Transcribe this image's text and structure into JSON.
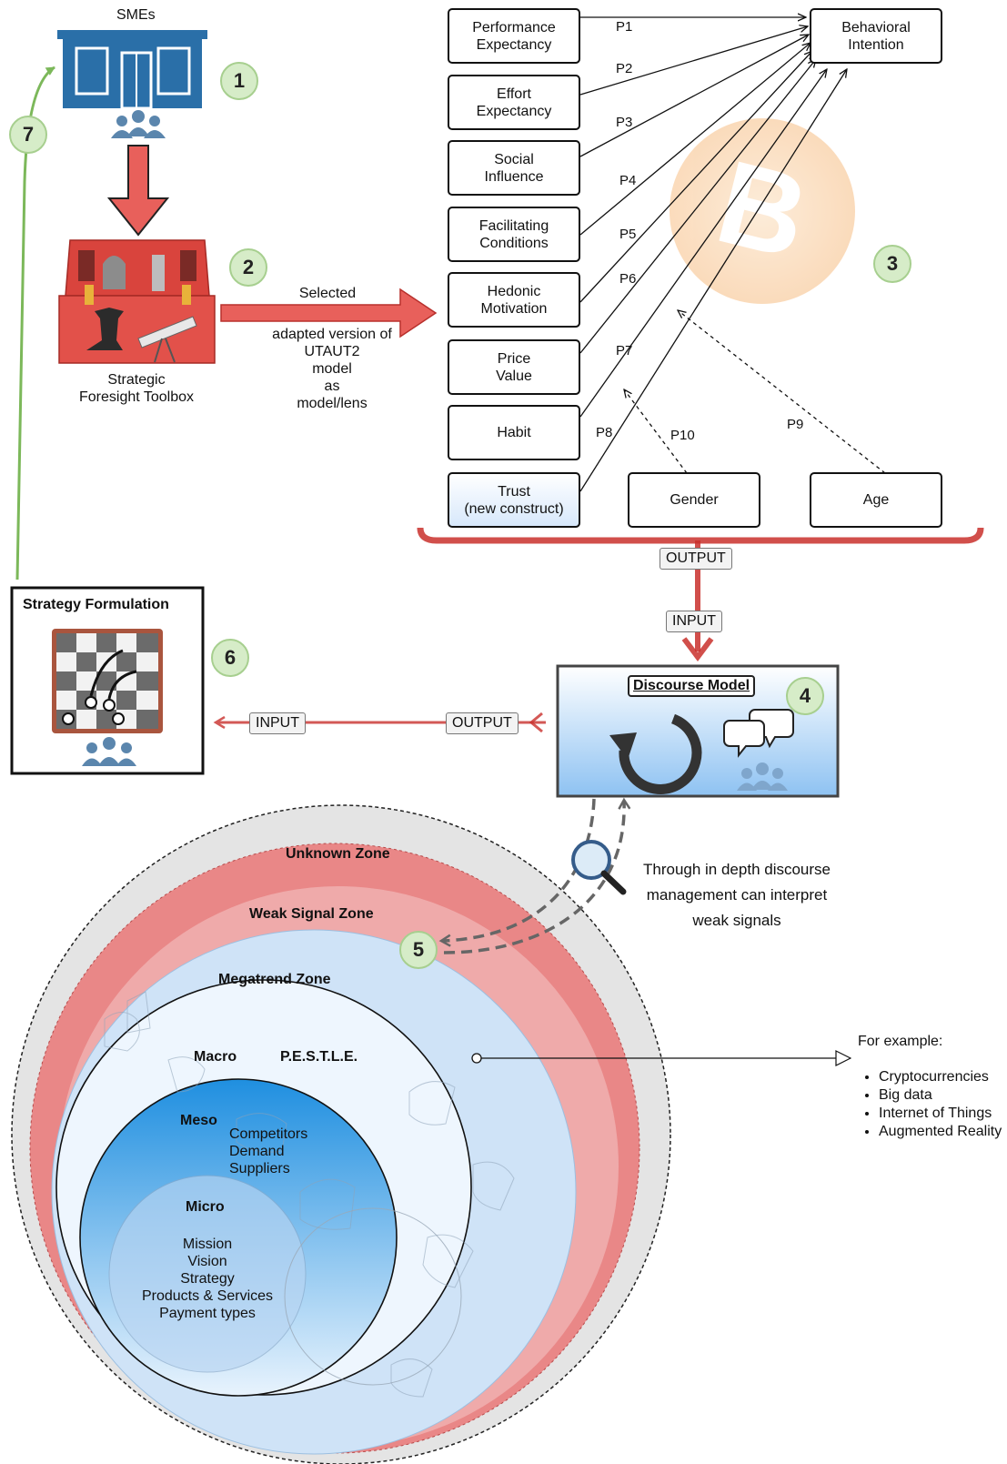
{
  "smes": {
    "label": "SMES",
    "label_display": "SMEs"
  },
  "toolbox": {
    "label": "Strategic\nForesight Toolbox"
  },
  "selection": {
    "top": "Selected",
    "bottom": "adapted version of\nUTAUT2\nmodel\nas\nmodel/lens"
  },
  "constructs": [
    "Performance\nExpectancy",
    "Effort\nExpectancy",
    "Social\nInfluence",
    "Facilitating\nConditions",
    "Hedonic\nMotivation",
    "Price\nValue",
    "Habit",
    "Trust\n(new construct)"
  ],
  "outcome": "Behavioral\nIntention",
  "moderators": {
    "gender": "Gender",
    "age": "Age"
  },
  "paths": [
    "P1",
    "P2",
    "P3",
    "P4",
    "P5",
    "P6",
    "P7",
    "P8",
    "P9",
    "P10"
  ],
  "flow": {
    "output": "OUTPUT",
    "input": "INPUT"
  },
  "discourse": {
    "title": "Discourse Model"
  },
  "strategy": {
    "title": "Strategy Formulation"
  },
  "steps": [
    "1",
    "2",
    "3",
    "4",
    "5",
    "6",
    "7"
  ],
  "note": "Through in depth discourse\nmanagement can interpret\nweak signals",
  "zones": {
    "unknown": "Unknown Zone",
    "weak": "Weak Signal Zone",
    "megatrend": "Megatrend Zone",
    "macro": "Macro",
    "pestle": "P.E.S.T.L.E.",
    "meso": "Meso",
    "meso_items": "Competitors\nDemand\nSuppliers",
    "micro": "Micro",
    "micro_items": "Mission\nVision\nStrategy\nProducts & Services\nPayment types"
  },
  "examples": {
    "title": "For example:",
    "items": [
      "Cryptocurrencies",
      "Big data",
      "Internet of Things",
      "Augmented Reality"
    ]
  },
  "colors": {
    "arrow_red": "#d9534f",
    "zone_red": "#e98787",
    "zone_grey": "#e4e4e4",
    "zone_blue": "#cfe3f7",
    "meso_blue": "#2f9de6",
    "step_green": "#d6ecc8",
    "link_green": "#7cb85a",
    "building_blue": "#2a6fa8",
    "coin_orange": "#f7a440"
  }
}
